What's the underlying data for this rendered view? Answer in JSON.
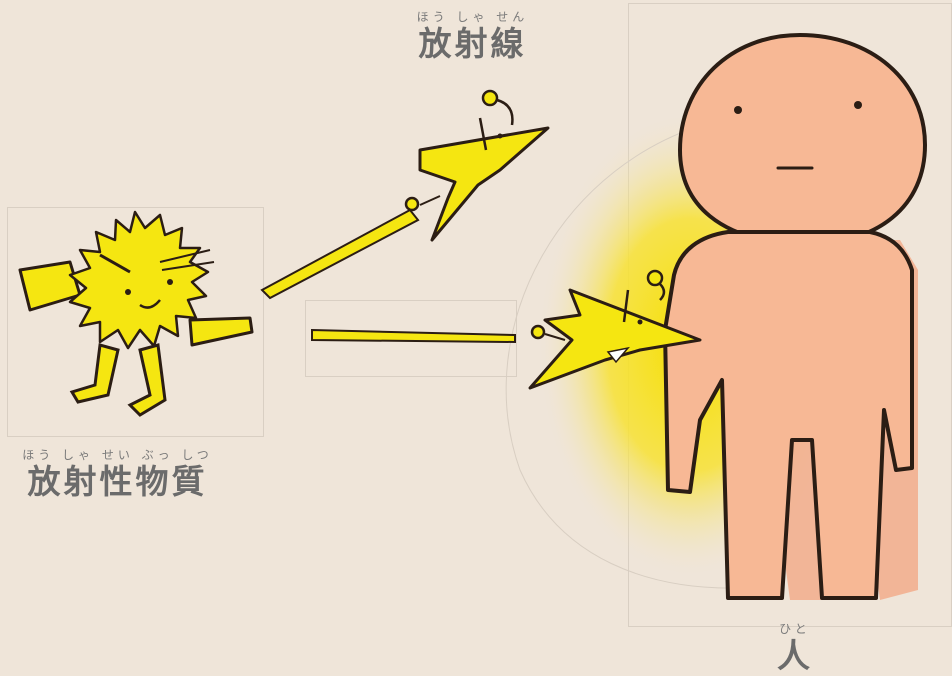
{
  "labels": {
    "radioactive_substance": {
      "ruby": "ほう しゃ せい ぶっ しつ",
      "text": "放射性物質"
    },
    "radiation": {
      "ruby": "ほう しゃ せん",
      "text": "放射線"
    },
    "person": {
      "ruby": "ひと",
      "text": "人"
    }
  },
  "colors": {
    "background": "#efe5d9",
    "character_yellow": "#f5e611",
    "skin": "#f7b895",
    "outline": "#2b1d14",
    "label_gray": "#6b6b6b"
  }
}
